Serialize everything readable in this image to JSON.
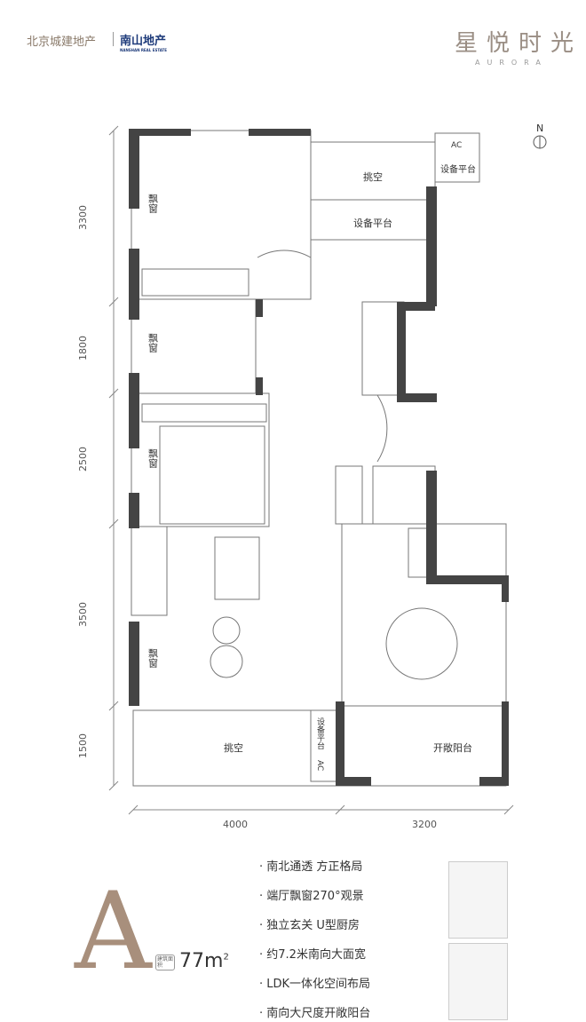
{
  "header": {
    "logo_beijing": "北京城建地产",
    "logo_nanshan": "南山地产",
    "logo_nanshan_en": "NANSHAN REAL ESTATE",
    "project_title": "星悦时光",
    "project_subtitle": "AURORA"
  },
  "compass": {
    "label": "N"
  },
  "rooms": {
    "bay_window": "飘窗",
    "void": "挑空",
    "equip_platform": "设备平台",
    "equip_platform_short": "设备平台",
    "open_balcony": "开敞阳台",
    "ac": "AC"
  },
  "dimensions": {
    "vertical": [
      "3300",
      "1800",
      "2500",
      "3500",
      "1500"
    ],
    "horizontal": [
      "4000",
      "3200"
    ]
  },
  "unit": {
    "type": "A",
    "area_tag": "建筑面积",
    "area": "77m",
    "area_unit_sup": "2"
  },
  "features": [
    "南北通透 方正格局",
    "端厅飘窗270°观景",
    "独立玄关 U型厨房",
    "约7.2米南向大面宽",
    "LDK一体化空间布局",
    "南向大尺度开敞阳台"
  ]
}
